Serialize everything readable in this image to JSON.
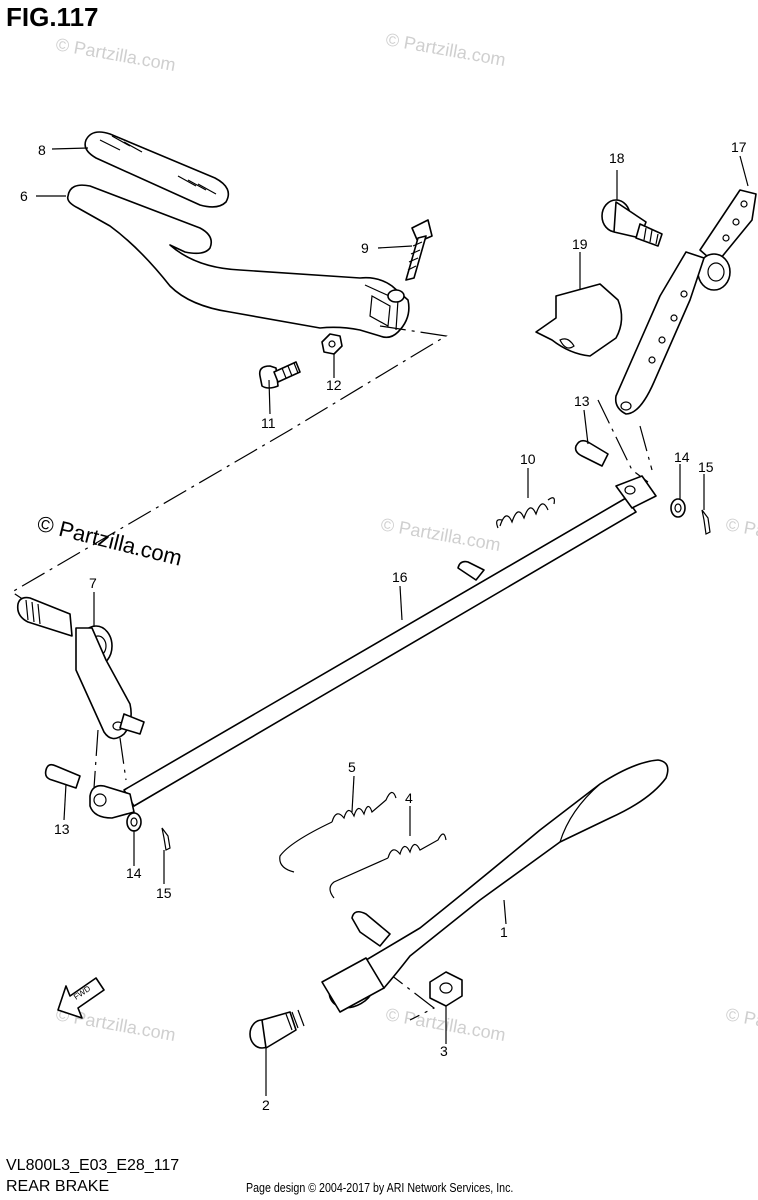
{
  "figure": {
    "title": "FIG.117",
    "model_code": "VL800L3_E03_E28_117",
    "subtitle": "REAR BRAKE",
    "footer": "Page design © 2004-2017 by ARI Network Services, Inc."
  },
  "watermark": {
    "text": "© Partzilla.com"
  },
  "callouts": [
    {
      "id": "1",
      "label": "1"
    },
    {
      "id": "2",
      "label": "2"
    },
    {
      "id": "3",
      "label": "3"
    },
    {
      "id": "4",
      "label": "4"
    },
    {
      "id": "5",
      "label": "5"
    },
    {
      "id": "6",
      "label": "6"
    },
    {
      "id": "7",
      "label": "7"
    },
    {
      "id": "8",
      "label": "8"
    },
    {
      "id": "9",
      "label": "9"
    },
    {
      "id": "10",
      "label": "10"
    },
    {
      "id": "11",
      "label": "11"
    },
    {
      "id": "12",
      "label": "12"
    },
    {
      "id": "13a",
      "label": "13"
    },
    {
      "id": "13b",
      "label": "13"
    },
    {
      "id": "14a",
      "label": "14"
    },
    {
      "id": "14b",
      "label": "14"
    },
    {
      "id": "15a",
      "label": "15"
    },
    {
      "id": "15b",
      "label": "15"
    },
    {
      "id": "16",
      "label": "16"
    },
    {
      "id": "17",
      "label": "17"
    },
    {
      "id": "18",
      "label": "18"
    },
    {
      "id": "19",
      "label": "19"
    }
  ],
  "fwd_arrow": {
    "label": "FWD"
  }
}
